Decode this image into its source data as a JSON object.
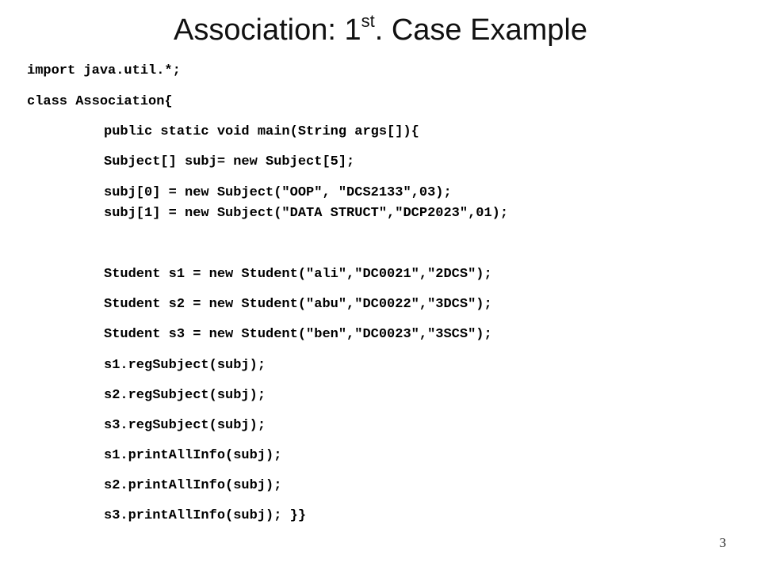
{
  "title": {
    "main": "Association: 1",
    "superscript": "st",
    "rest": ". Case Example"
  },
  "code": [
    {
      "indent": 0,
      "text": "import java.util.*;"
    },
    {
      "indent": 0,
      "text": "class Association{"
    },
    {
      "indent": 1,
      "text": "public static void main(String args[]){"
    },
    {
      "indent": 1,
      "text": "Subject[] subj= new Subject[5];"
    },
    {
      "indent": 1,
      "text": "subj[0] = new Subject(\"OOP\", \"DCS2133\",03);"
    },
    {
      "indent": 1,
      "text": "subj[1] = new Subject(\"DATA STRUCT\",\"DCP2023\",01);"
    },
    {
      "indent": 1,
      "text": "Student s1 = new Student(\"ali\",\"DC0021\",\"2DCS\");"
    },
    {
      "indent": 1,
      "text": "Student s2 = new Student(\"abu\",\"DC0022\",\"3DCS\");"
    },
    {
      "indent": 1,
      "text": "Student s3 = new Student(\"ben\",\"DC0023\",\"3SCS\");"
    },
    {
      "indent": 1,
      "text": "s1.regSubject(subj);"
    },
    {
      "indent": 1,
      "text": "s2.regSubject(subj);"
    },
    {
      "indent": 1,
      "text": "s3.regSubject(subj);"
    },
    {
      "indent": 1,
      "text": "s1.printAllInfo(subj);"
    },
    {
      "indent": 1,
      "text": "s2.printAllInfo(subj);"
    },
    {
      "indent": 1,
      "text": "s3.printAllInfo(subj); }}"
    }
  ],
  "page_number": "3"
}
